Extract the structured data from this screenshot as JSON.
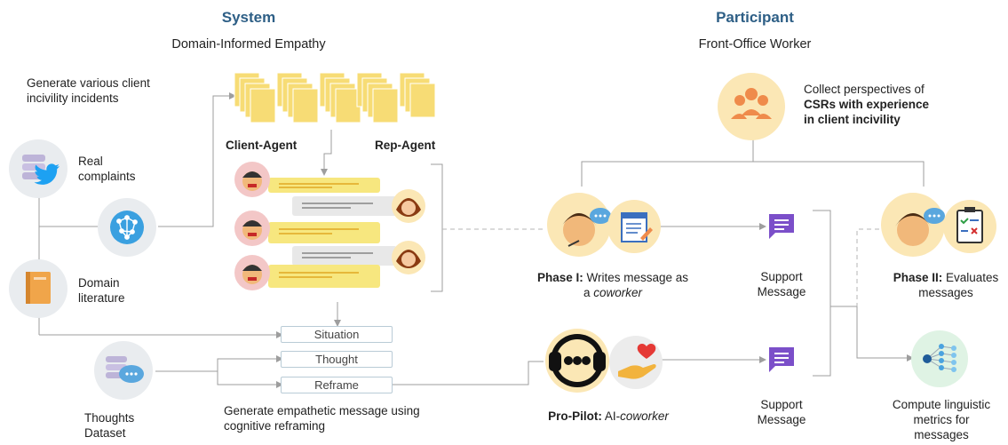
{
  "system": {
    "heading": "System",
    "subheading": "Domain-Informed Empathy",
    "generate_incidents": "Generate various client incivility incidents",
    "real_complaints": "Real complaints",
    "domain_literature": "Domain literature",
    "client_agent": "Client-Agent",
    "rep_agent": "Rep-Agent",
    "situation": "Situation",
    "thought": "Thought",
    "reframe": "Reframe",
    "thoughts_dataset": "Thoughts Dataset",
    "generate_message": "Generate empathetic message using cognitive reframing"
  },
  "participant": {
    "heading": "Participant",
    "subheading": "Front-Office Worker",
    "collect_prefix": "Collect perspectives of",
    "collect_bold": "CSRs with experience in client incivility",
    "phase1_bold": "Phase I:",
    "phase1_text": "Writes message as a",
    "phase1_italic": "coworker",
    "support_message_1": "Support Message",
    "support_message_2": "Support Message",
    "phase2_bold": "Phase II:",
    "phase2_text": "Evaluates messages",
    "propilot_bold": "Pro-Pilot:",
    "propilot_text": "AI-",
    "propilot_italic": "coworker",
    "compute_metrics": "Compute linguistic metrics for messages"
  },
  "colors": {
    "heading": "#2e5f86",
    "doc": "#f7dc75",
    "bubble_yellow": "#f7e77f",
    "bubble_gray": "#e8e8e8",
    "icon_circle": "#e9ecef",
    "support_icon": "#7b4fc9",
    "twitter": "#1da1f2",
    "brain": "#3aa0e0"
  },
  "icons": [
    "database-icon",
    "twitter-icon",
    "brain-network-icon",
    "book-icon",
    "document-stack-icon",
    "angry-client-icon",
    "rep-agent-icon",
    "cloud-thought-icon",
    "group-people-icon",
    "worker-headset-icon",
    "writing-icon",
    "chat-message-icon",
    "checklist-icon",
    "robot-pilot-icon",
    "heart-hand-icon",
    "network-graph-icon"
  ]
}
